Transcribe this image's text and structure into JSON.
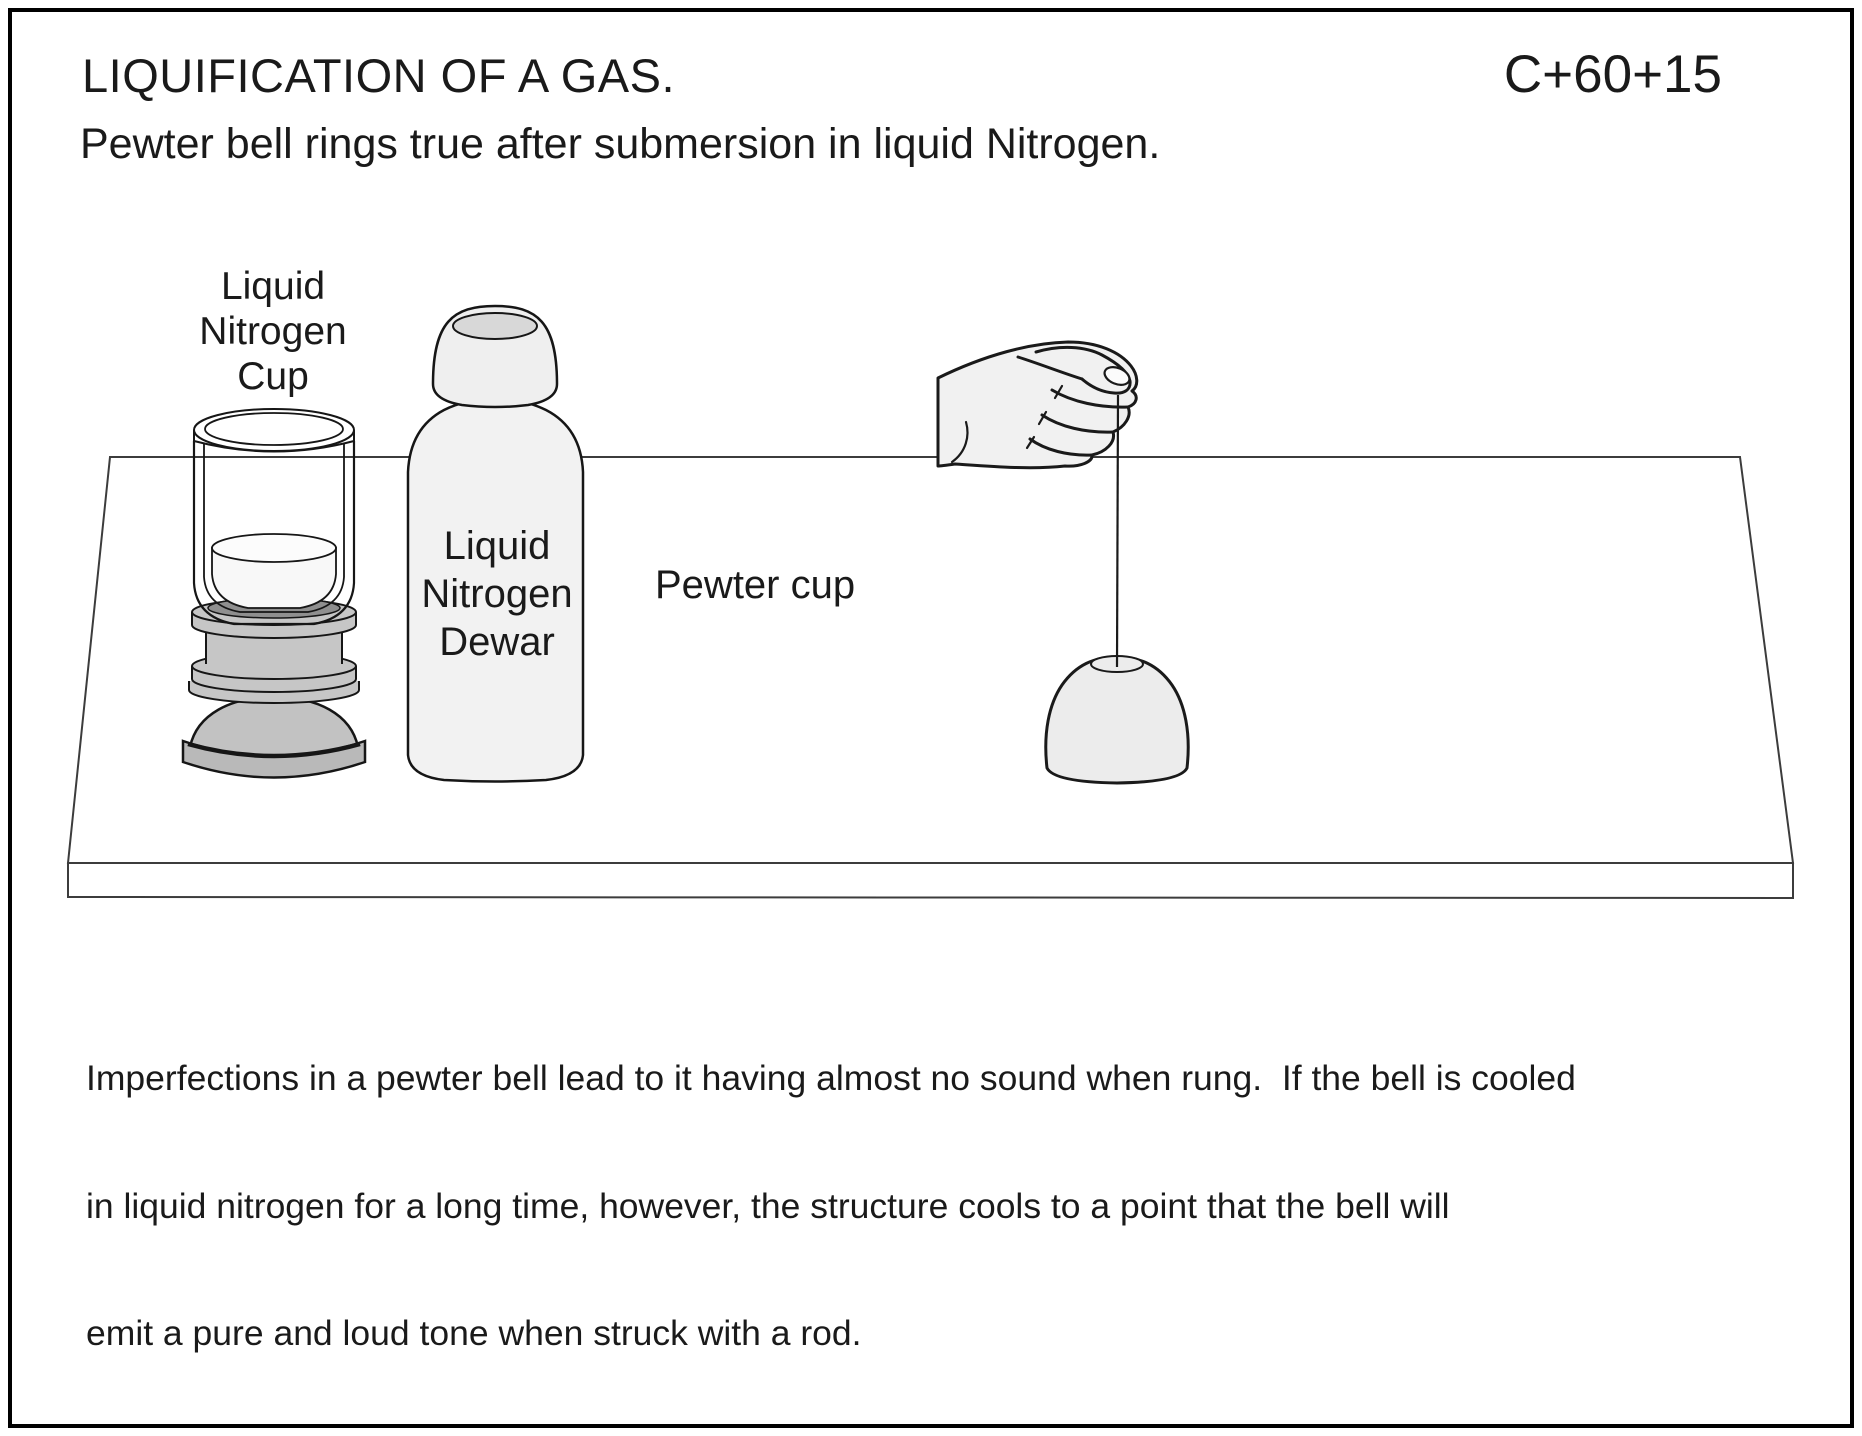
{
  "page": {
    "title": "LIQUIFICATION OF A GAS.",
    "code": "C+60+15",
    "subtitle": "Pewter bell rings true after submersion in liquid Nitrogen."
  },
  "diagram": {
    "label_cup": [
      "Liquid",
      "Nitrogen",
      "Cup"
    ],
    "label_dewar": [
      "Liquid",
      "Nitrogen",
      "Dewar"
    ],
    "label_pewter_cup": "Pewter cup"
  },
  "caption": {
    "lines": [
      "Imperfections in a pewter bell lead to it having almost no sound when rung.  If the bell is cooled",
      "in liquid nitrogen for a long time, however, the structure cools to a point that the bell will",
      "emit a pure and loud tone when struck with a rod."
    ]
  },
  "colors": {
    "ink": "#1a1a1a",
    "table_line": "#3c3c3c",
    "dewar_fill": "#f2f2f2",
    "dewar_cap_fill": "#efefef",
    "dewar_cap_top": "#d8d8d8",
    "hand_fill": "#f1f1f1",
    "bell_fill": "#ececec",
    "stand_grey": "#c6c6c6",
    "dome_grey": "#c2c2c2",
    "base_grey": "#b9b9b9",
    "gap_grey": "#8f8f8f",
    "liquid_fill": "#f8f8f8",
    "liquid_surface": "#fcfcfc"
  }
}
